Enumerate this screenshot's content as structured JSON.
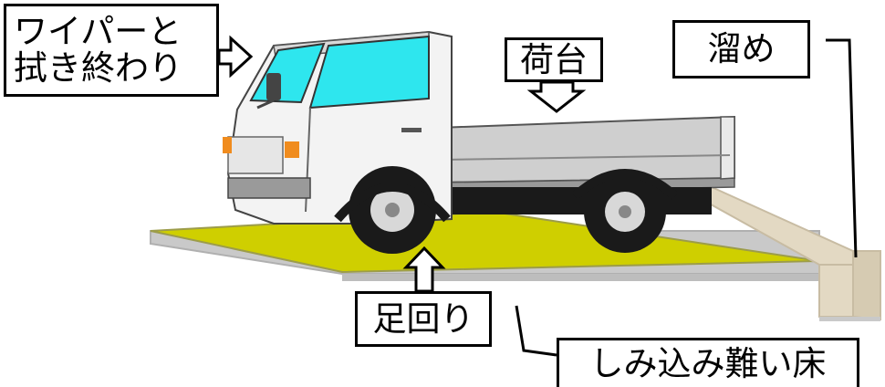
{
  "labels": {
    "wiper_line1": "ワイパーと",
    "wiper_line2": "拭き終わり",
    "bed": "荷台",
    "sink": "溜め",
    "suspension": "足回り",
    "floor": "しみ込み難い床"
  },
  "colors": {
    "mat": "#cfcf00",
    "mat_edge": "#a8a890",
    "ramp": "#e2d8c2",
    "ramp_edge": "#cbbfa6",
    "floor_gray": "#c8c8c8",
    "cab": "#f4f4f4",
    "window": "#2ee6ee",
    "tire": "#1a1a1a"
  },
  "icons": [
    "arrow-right-icon",
    "arrow-down-icon",
    "arrow-up-icon",
    "truck-illustration"
  ]
}
